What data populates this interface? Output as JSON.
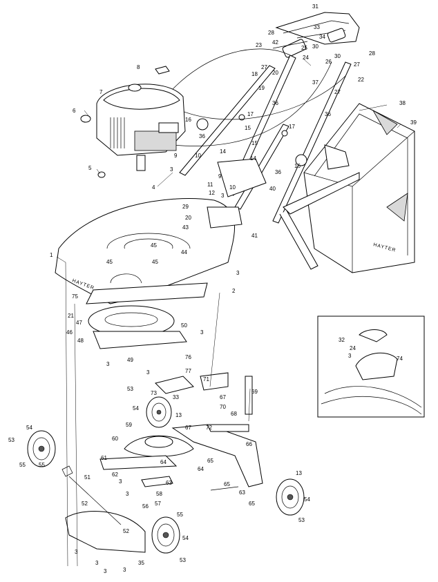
{
  "diagram": {
    "brand_text": "HAYTER",
    "callouts": [
      "31",
      "33",
      "28",
      "34",
      "42",
      "25",
      "30",
      "23",
      "27",
      "24",
      "26",
      "30",
      "27",
      "28",
      "22",
      "18",
      "20",
      "19",
      "37",
      "27",
      "8",
      "7",
      "6",
      "16",
      "17",
      "15",
      "36",
      "36",
      "36",
      "36",
      "17",
      "15",
      "14",
      "16",
      "9",
      "10",
      "14",
      "9",
      "11",
      "10",
      "12",
      "3",
      "40",
      "5",
      "3",
      "4",
      "29",
      "20",
      "43",
      "44",
      "41",
      "45",
      "45",
      "45",
      "1",
      "3",
      "2",
      "75",
      "21",
      "47",
      "46",
      "48",
      "50",
      "3",
      "49",
      "3",
      "76",
      "77",
      "3",
      "33",
      "71",
      "67",
      "53",
      "73",
      "54",
      "13",
      "70",
      "68",
      "69",
      "67",
      "72",
      "59",
      "60",
      "61",
      "64",
      "62",
      "3",
      "63",
      "3",
      "58",
      "56",
      "57",
      "55",
      "51",
      "52",
      "52",
      "55",
      "54",
      "53",
      "3",
      "3",
      "3",
      "3",
      "35",
      "53",
      "54",
      "55",
      "65",
      "64",
      "63",
      "65",
      "13",
      "54",
      "53",
      "65",
      "66",
      "38",
      "39",
      "32",
      "24",
      "3",
      "74"
    ]
  }
}
